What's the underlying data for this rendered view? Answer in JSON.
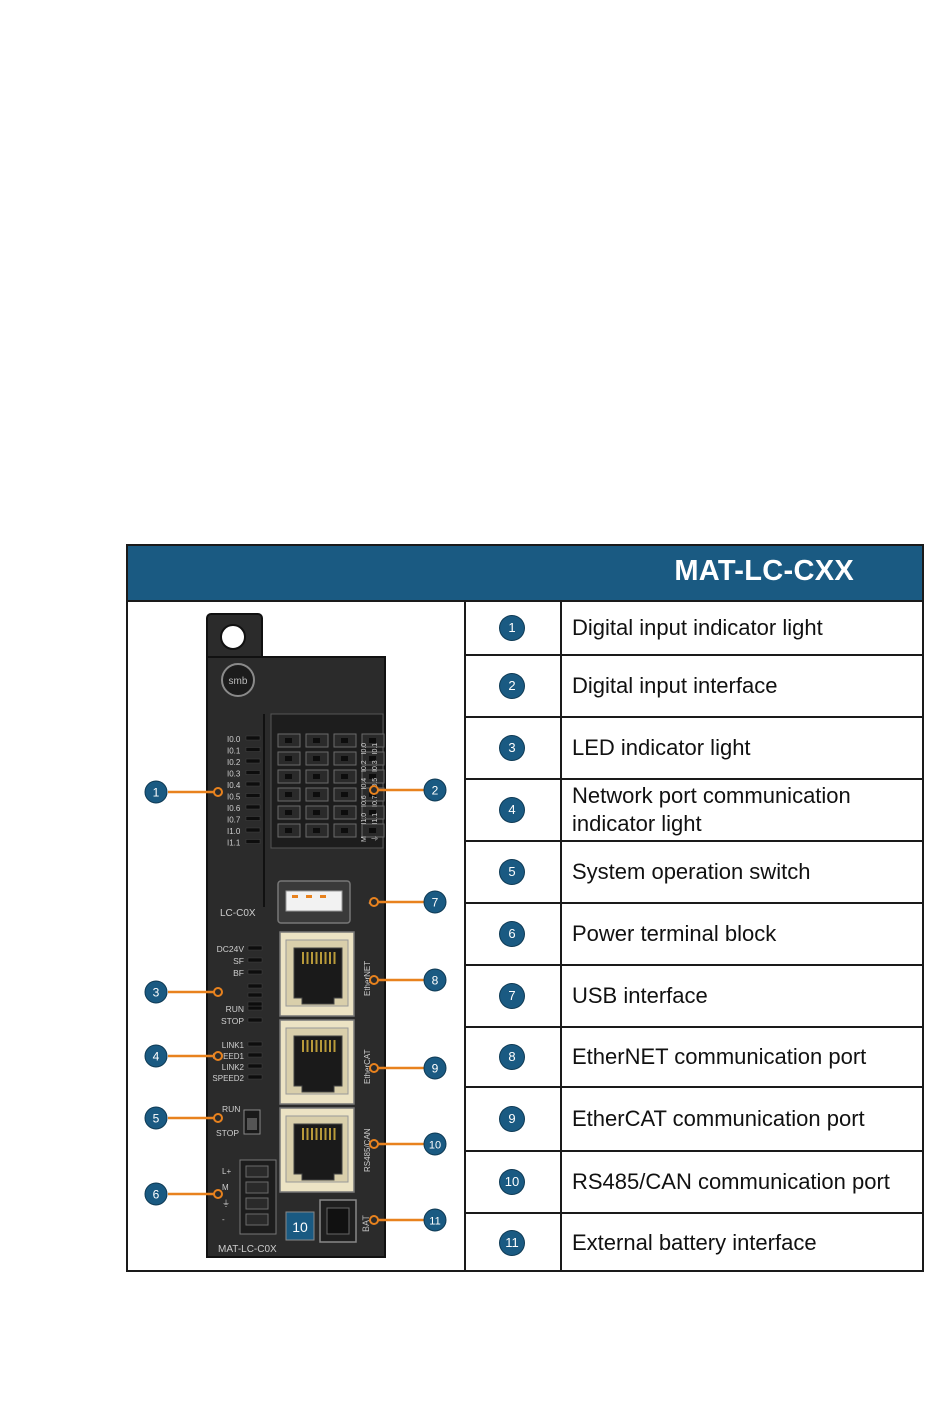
{
  "header": {
    "title": "MAT-LC-CXX"
  },
  "device": {
    "brand": "smb",
    "model_top": "LC-C0X",
    "model_bottom": "MAT-LC-C0X",
    "input_labels": [
      "I0.0",
      "I0.1",
      "I0.2",
      "I0.3",
      "I0.4",
      "I0.5",
      "I0.6",
      "I0.7",
      "I1.0",
      "I1.1"
    ],
    "terminal_labels": [
      "M",
      "I1.0",
      "I0.6",
      "I0.4",
      "I0.2",
      "I0.0",
      "⏚",
      "I1.1",
      "I0.7",
      "I0.5",
      "I0.3",
      "I0.1"
    ],
    "status_labels": [
      "DC24V",
      "SF",
      "BF",
      "RUN",
      "STOP"
    ],
    "link_labels": [
      "LINK1",
      "SPEED1",
      "LINK2",
      "SPEED2"
    ],
    "switch_labels": [
      "RUN",
      "STOP"
    ],
    "power_labels": [
      "L+",
      "M",
      "⏚",
      "-"
    ],
    "port_labels": [
      "EtherNET",
      "EtherCAT",
      "RS485/CAN"
    ],
    "battery_label": "BAT",
    "address_switch": "10"
  },
  "callouts": [
    "1",
    "2",
    "3",
    "4",
    "5",
    "6",
    "7",
    "8",
    "9",
    "10",
    "11"
  ],
  "items": [
    {
      "num": "1",
      "desc": "Digital input indicator light"
    },
    {
      "num": "2",
      "desc": "Digital input interface"
    },
    {
      "num": "3",
      "desc": "LED indicator light"
    },
    {
      "num": "4",
      "desc": "Network port communication\nindicator light"
    },
    {
      "num": "5",
      "desc": "System operation switch"
    },
    {
      "num": "6",
      "desc": "Power terminal block"
    },
    {
      "num": "7",
      "desc": "USB interface"
    },
    {
      "num": "8",
      "desc": "EtherNET communication port"
    },
    {
      "num": "9",
      "desc": "EtherCAT communication port"
    },
    {
      "num": "10",
      "desc": "RS485/CAN communication port"
    },
    {
      "num": "11",
      "desc": "External battery interface"
    }
  ],
  "colors": {
    "header": "#1a5a82",
    "callout_line": "#e8821e",
    "badge": "#1a5a82",
    "device_body": "#2b2b2b"
  }
}
